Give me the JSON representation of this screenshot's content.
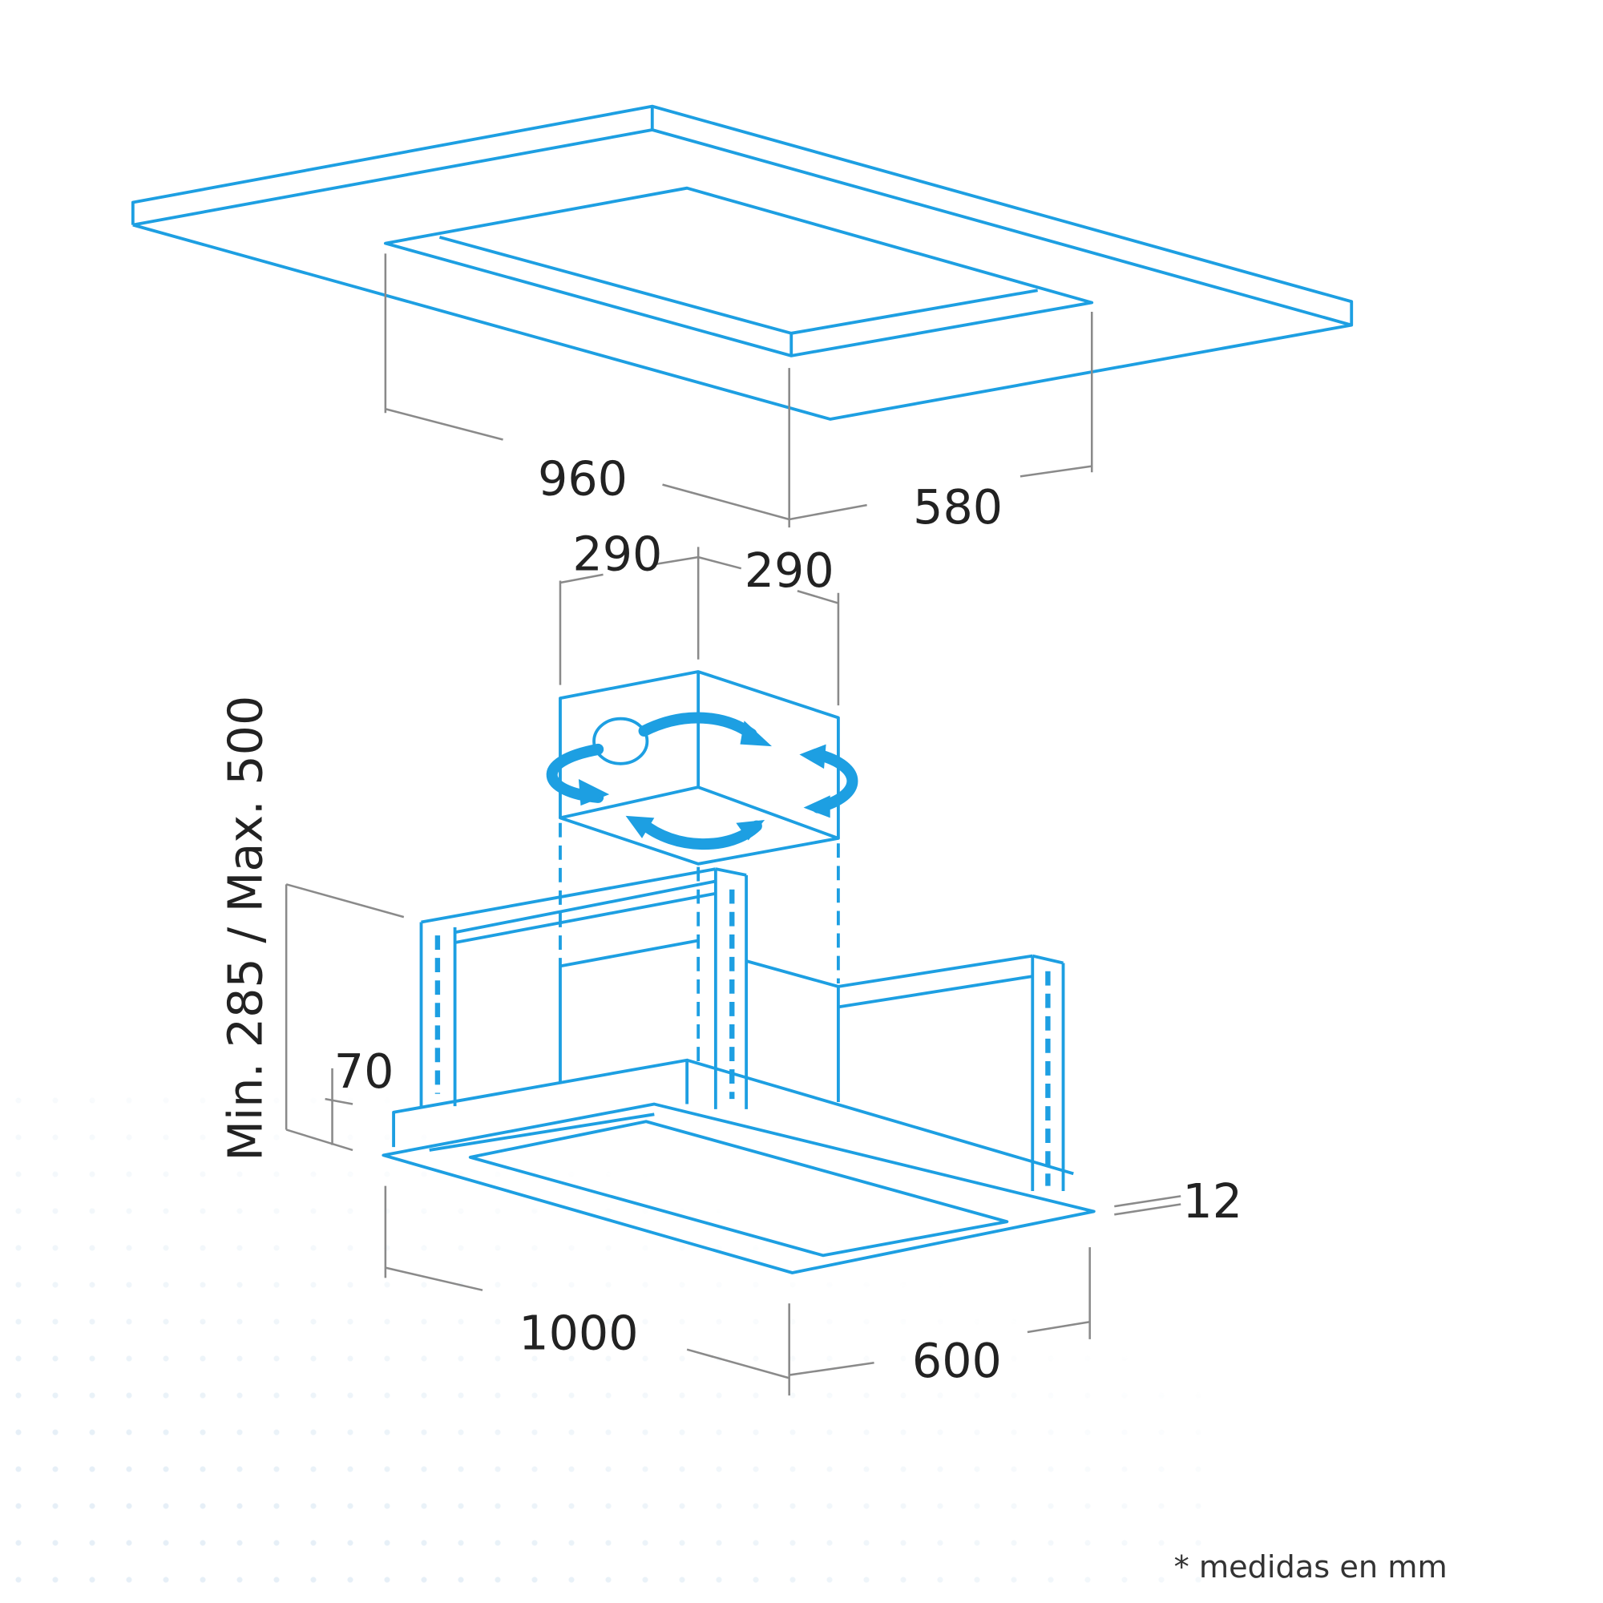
{
  "dimensions": {
    "ceiling_cutout_length": "960",
    "ceiling_cutout_width": "580",
    "chimney_left": "290",
    "chimney_right": "290",
    "height_range": "Min. 285 / Max. 500",
    "body_height": "70",
    "panel_thickness": "12",
    "hood_length": "1000",
    "hood_width": "600"
  },
  "note": "* medidas en mm",
  "colors": {
    "line": "#1d9fe2",
    "dimension": "#8a8a8a"
  }
}
